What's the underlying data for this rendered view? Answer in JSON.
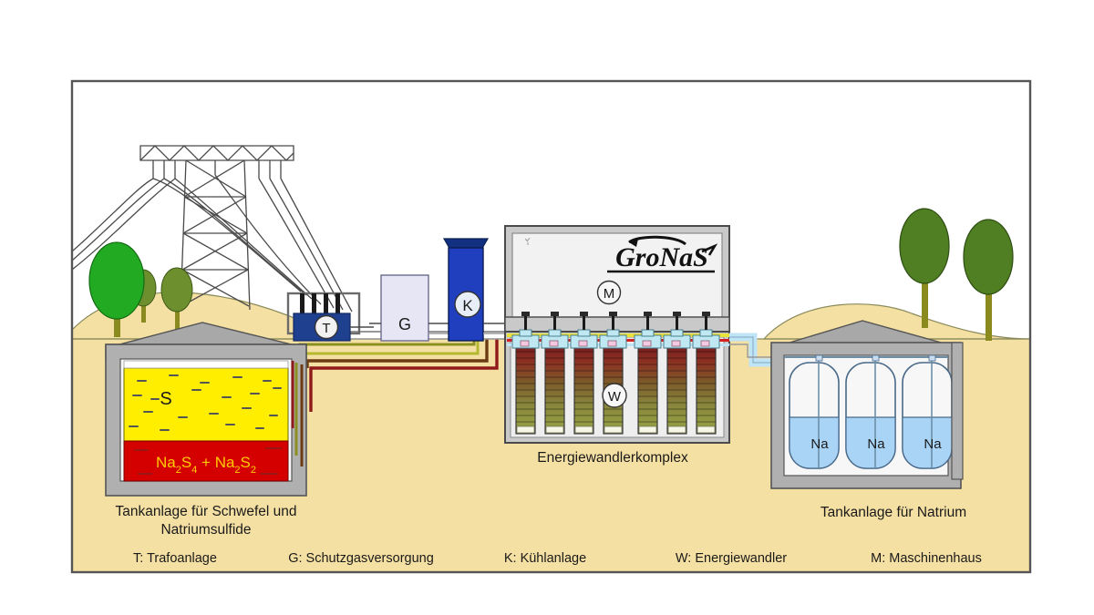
{
  "figure": {
    "title_logo": "GroNaS",
    "frame_color": "#555555",
    "ground_color": "#f5e0a3",
    "sky_color": "#ffffff"
  },
  "captions": {
    "sulfur_tank": [
      "Tankanlage für Schwefel und",
      "Natriumsulfide"
    ],
    "converter_complex": "Energiewandlerkomplex",
    "sodium_tank": "Tankanlage für Natrium"
  },
  "legend": [
    {
      "key": "T",
      "label": "T: Trafoanlage"
    },
    {
      "key": "G",
      "label": "G: Schutzgasversorgung"
    },
    {
      "key": "K",
      "label": "K: Kühlanlage"
    },
    {
      "key": "W",
      "label": "W: Energiewandler"
    },
    {
      "key": "M",
      "label": "M: Maschinenhaus"
    }
  ],
  "markers": {
    "transformer": "T",
    "gas_supply": "G",
    "cooling": "K",
    "machine_house": "M",
    "converter": "W"
  },
  "sulfur_tank": {
    "upper_label": "S",
    "upper_color": "#ffee00",
    "lower_label": "Na2S4 + Na2S2",
    "lower_label_rich": [
      "Na",
      "2",
      "S",
      "4",
      " + ",
      "Na",
      "2",
      "S",
      "2"
    ],
    "lower_color": "#d40000",
    "lower_text_color": "#ffcc00",
    "wall_color": "#999999"
  },
  "sodium_tank": {
    "vessel_labels": [
      "Na",
      "Na",
      "Na"
    ],
    "liquid_color": "#aad4f5",
    "vessel_color": "#f7f7f7",
    "wall_color": "#8c8c8c"
  },
  "converters": {
    "count": 7,
    "top_color": "#8c2b2b",
    "bottom_color": "#8f9640",
    "valve_color": "#bfe8f2"
  },
  "equipment": {
    "transformer_color": "#1f3f8f",
    "gas_color": "#e6e6f5",
    "cooling_color": "#1f3fbf",
    "cooling_top_color": "#123080",
    "machine_house_color": "#f2f2f2"
  },
  "pipes": {
    "olive": "#8a8f20",
    "brown": "#6b3b14",
    "darkred": "#8f1a1a",
    "lightblue": "#bfe4f5",
    "grey": "#888888"
  },
  "vegetation": {
    "tree_green_bright": "#22aa22",
    "tree_green_olive": "#6e8f2e",
    "trunk_color": "#8a8a1e"
  }
}
